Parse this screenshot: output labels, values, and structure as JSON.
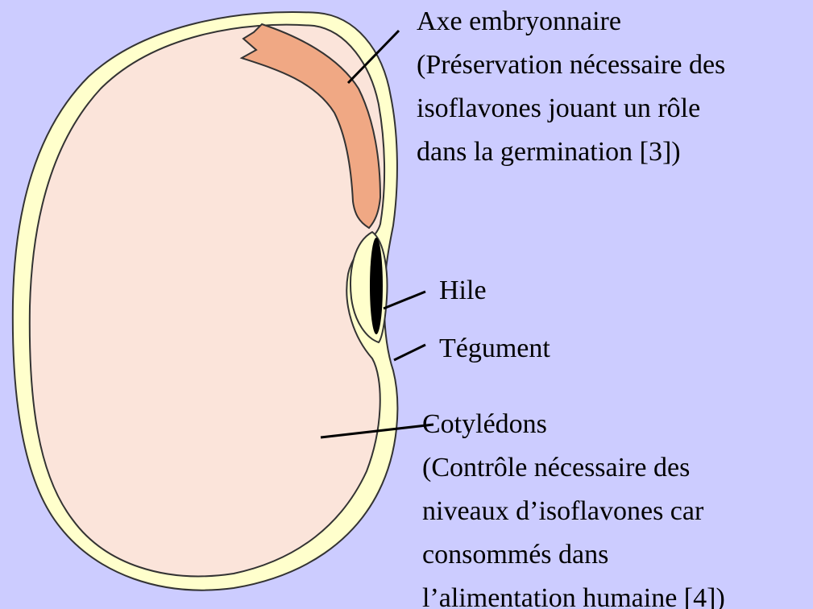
{
  "labels": {
    "axe": [
      "Axe embryonnaire",
      "(Préservation nécessaire des",
      "isoflavones jouant un rôle",
      "dans la germination [3])"
    ],
    "hile": "Hile",
    "tegument": "Tégument",
    "cotyledons": [
      "Cotylédons",
      "(Contrôle nécessaire des",
      "niveaux d’isoflavones car",
      "consommés dans",
      "l’alimentation humaine [4])"
    ]
  },
  "colors": {
    "background": "#ccccff",
    "tegument": "#ffffcc",
    "cotyledon": "#fbe4da",
    "embryo_axis": "#f0a884",
    "hilum": "#000000",
    "outline": "#333333"
  }
}
